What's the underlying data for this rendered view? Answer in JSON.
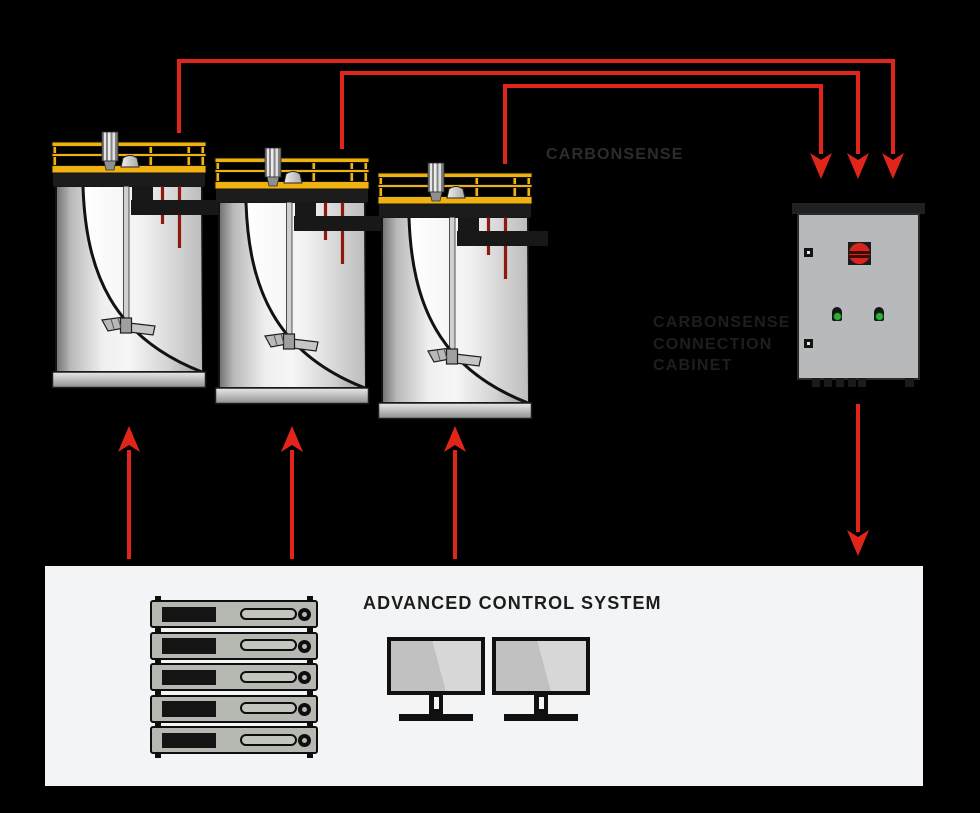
{
  "labels": {
    "carbonsense": "CARBONSENSE",
    "cabinet_lines": [
      "CARBONSENSE",
      "CONNECTION",
      "CABINET"
    ],
    "control_system": "ADVANCED CONTROL SYSTEM"
  },
  "colors": {
    "background": "#000000",
    "accent_red": "#e2251a",
    "probe_dark_red": "#8e1a0f",
    "platform_yellow": "#f1b10e",
    "indicator_green": "#2fae3a",
    "switch_red": "#d8251c",
    "panel_white": "#f3f4f5"
  },
  "diagram": {
    "type": "system-connection-diagram",
    "tank_count": 3,
    "server_unit_count": 5,
    "monitor_count": 2,
    "nodes": [
      {
        "id": "tank-1",
        "kind": "fermentation-tank-with-carbonsense-sensor"
      },
      {
        "id": "tank-2",
        "kind": "fermentation-tank-with-carbonsense-sensor"
      },
      {
        "id": "tank-3",
        "kind": "fermentation-tank-with-carbonsense-sensor"
      },
      {
        "id": "connection-cabinet",
        "label": "CARBONSENSE CONNECTION CABINET"
      },
      {
        "id": "control-system",
        "label": "ADVANCED CONTROL SYSTEM"
      }
    ],
    "connections": [
      {
        "from": "tank-1",
        "to": "connection-cabinet",
        "style": "red-arrow"
      },
      {
        "from": "tank-2",
        "to": "connection-cabinet",
        "style": "red-arrow"
      },
      {
        "from": "tank-3",
        "to": "connection-cabinet",
        "style": "red-arrow"
      },
      {
        "from": "connection-cabinet",
        "to": "control-system",
        "style": "red-arrow"
      },
      {
        "from": "control-system",
        "to": "tank-1",
        "style": "red-arrow"
      },
      {
        "from": "control-system",
        "to": "tank-2",
        "style": "red-arrow"
      },
      {
        "from": "control-system",
        "to": "tank-3",
        "style": "red-arrow"
      }
    ]
  }
}
